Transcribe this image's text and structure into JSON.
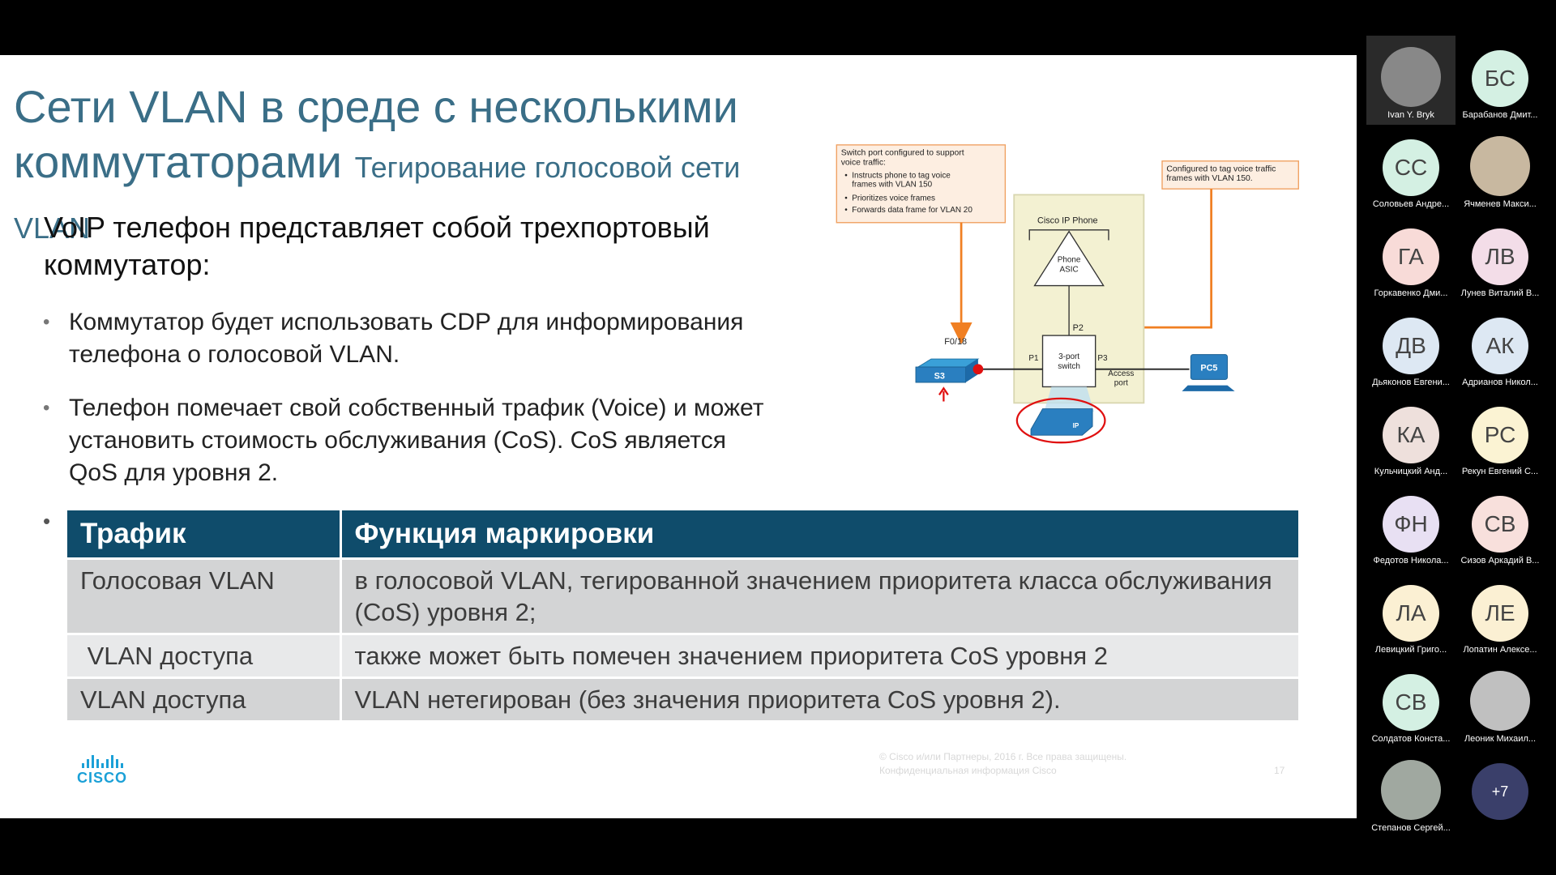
{
  "slide": {
    "title_main": "Сети VLAN в среде с несколькими коммутаторами",
    "title_sub": "Тегирование голосовой сети VLAN",
    "intro": "VoIP телефон представляет собой трехпортовый коммутатор:",
    "bullets": [
      "Коммутатор будет использовать CDP для информирования телефона о голосовой VLAN.",
      "Телефон помечает свой собственный трафик (Voice) и может установить стоимость обслуживания (CoS). CoS является QoS для уровня 2."
    ],
    "stray_bullet": "•",
    "table": {
      "headers": [
        "Трафик",
        "Функция маркировки"
      ],
      "rows": [
        [
          "Голосовая VLAN",
          "в голосовой VLAN, тегированной значением приоритета класса обслуживания (CoS) уровня 2;"
        ],
        [
          " VLAN доступа",
          "также может быть помечен значением приоритета CoS уровня 2"
        ],
        [
          "VLAN доступа",
          "VLAN нетегирован (без значения приоритета CoS уровня 2)."
        ]
      ]
    },
    "logo_text": "CISCO",
    "copyright_line1": "© Cisco и/или Партнеры, 2016 г. Все права защищены.",
    "copyright_line2": "Конфиденциальная информация Cisco",
    "page_number": "17"
  },
  "diagram": {
    "callout_left_title": "Switch port configured to support voice traffic:",
    "callout_left_items": [
      "Instructs phone to tag voice frames with VLAN 150",
      "Prioritizes voice frames",
      "Forwards data frame for VLAN 20"
    ],
    "callout_right": "Configured to tag voice traffic frames with VLAN 150.",
    "phone_label": "Cisco IP Phone",
    "asic_line1": "Phone",
    "asic_line2": "ASIC",
    "port_p1": "P1",
    "port_p2": "P2",
    "port_p3": "P3",
    "switch3_line1": "3-port",
    "switch3_line2": "switch",
    "access_port_line1": "Access",
    "access_port_line2": "port",
    "switch_port": "F0/18",
    "switch_name": "S3",
    "pc_name": "PC5",
    "ip_label": "IP",
    "colors": {
      "callout_bg": "#fdeee1",
      "callout_border": "#f0a060",
      "arrow": "#f07f22",
      "phone_box": "#f3f1d2",
      "annotation": "#e01010"
    }
  },
  "participants": [
    {
      "initials": "",
      "name": "Ivan Y. Bryk",
      "color": "#888888",
      "photo": true,
      "active": true
    },
    {
      "initials": "БС",
      "name": "Барабанов Дмит...",
      "color": "#d4f0e3"
    },
    {
      "initials": "СС",
      "name": "Соловьев Андре...",
      "color": "#d4f0e3"
    },
    {
      "initials": "",
      "name": "Ячменев Макси...",
      "color": "#c8b8a0",
      "photo": true
    },
    {
      "initials": "ГА",
      "name": "Горкавенко Дми...",
      "color": "#f8dbd8"
    },
    {
      "initials": "ЛВ",
      "name": "Лунев Виталий В...",
      "color": "#f3dde8"
    },
    {
      "initials": "ДВ",
      "name": "Дьяконов Евгени...",
      "color": "#dde8f3"
    },
    {
      "initials": "АК",
      "name": "Адрианов Никол...",
      "color": "#dde8f3"
    },
    {
      "initials": "КА",
      "name": "Кульчицкий Анд...",
      "color": "#eee0dc"
    },
    {
      "initials": "РС",
      "name": "Рекун Евгений С...",
      "color": "#fbf3d3"
    },
    {
      "initials": "ФН",
      "name": "Федотов Никола...",
      "color": "#e8e0f3"
    },
    {
      "initials": "СВ",
      "name": "Сизов Аркадий В...",
      "color": "#f8e0dc"
    },
    {
      "initials": "ЛА",
      "name": "Левицкий Григо...",
      "color": "#fbf0d3"
    },
    {
      "initials": "ЛЕ",
      "name": "Лопатин Алексе...",
      "color": "#fbf0d3"
    },
    {
      "initials": "СВ",
      "name": "Солдатов Конста...",
      "color": "#d4f0e3"
    },
    {
      "initials": "",
      "name": "Леоник Михаил...",
      "color": "#c0c0c0",
      "photo": true
    },
    {
      "initials": "",
      "name": "Степанов Сергей...",
      "color": "#a0a8a0",
      "photo": true
    },
    {
      "initials": "+7",
      "name": "",
      "color": "#3a3f6a"
    }
  ]
}
